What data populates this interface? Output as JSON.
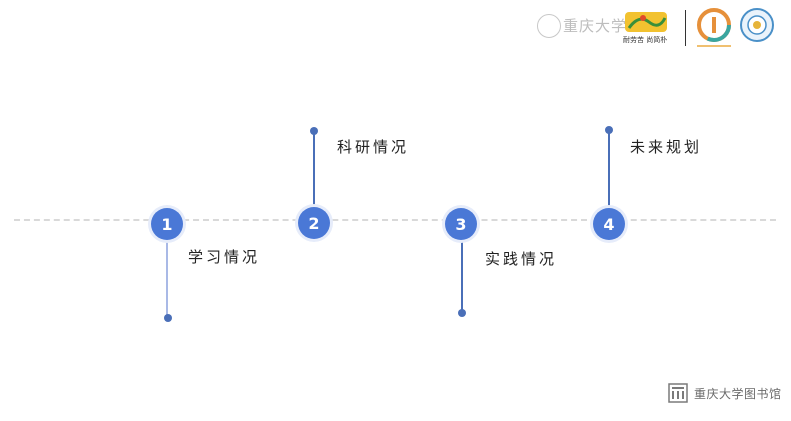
{
  "header": {
    "university_name": "重庆大学",
    "badge_motto": "耐劳苦 尚简朴"
  },
  "timeline": {
    "items": [
      {
        "number": "1",
        "label": "学习情况"
      },
      {
        "number": "2",
        "label": "科研情况"
      },
      {
        "number": "3",
        "label": "实践情况"
      },
      {
        "number": "4",
        "label": "未来规划"
      }
    ]
  },
  "footer": {
    "library_name": "重庆大学图书馆"
  },
  "colors": {
    "node": "#4a78d6",
    "line": "#4a6fb8",
    "dash": "#d9d9d9"
  }
}
